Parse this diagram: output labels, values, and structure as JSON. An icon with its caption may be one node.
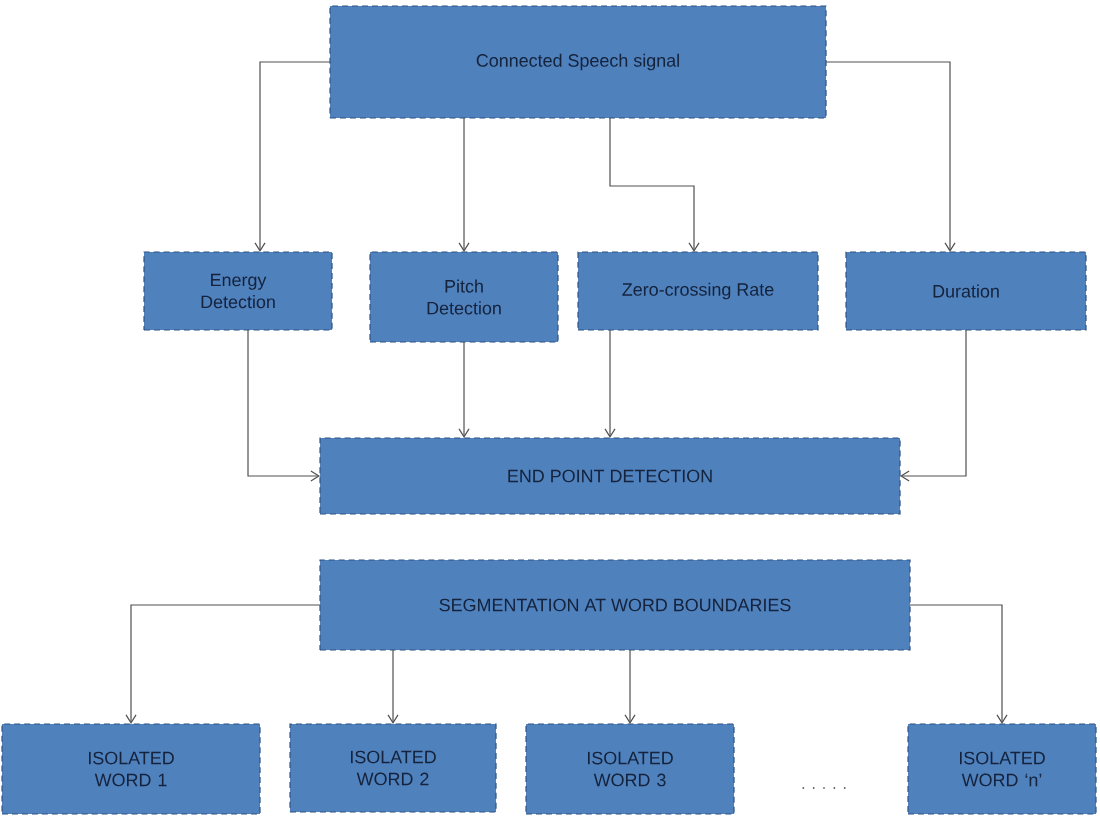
{
  "diagram": {
    "nodes": [
      {
        "text": [
          "Connected Speech signal"
        ]
      },
      {
        "text": [
          "Energy Detection"
        ]
      },
      {
        "text": [
          "Pitch Detection"
        ]
      },
      {
        "text": [
          "Zero-crossing Rate"
        ]
      },
      {
        "text": [
          "Duration"
        ]
      },
      {
        "text": [
          "END POINT DETECTION"
        ]
      },
      {
        "text": [
          "SEGMENTATION AT WORD BOUNDARIES"
        ]
      },
      {
        "text": [
          "ISOLATED WORD 1"
        ]
      },
      {
        "text": [
          "ISOLATED WORD 2"
        ]
      },
      {
        "text": [
          "ISOLATED WORD 3"
        ]
      },
      {
        "text": [
          "ISOLATED WORD ‘n’"
        ]
      }
    ],
    "edges": [
      {
        "from": 0,
        "to": 1,
        "arrow": "to"
      },
      {
        "from": 0,
        "to": 2,
        "arrow": "to"
      },
      {
        "from": 0,
        "to": 3,
        "arrow": "to"
      },
      {
        "from": 0,
        "to": 4,
        "arrow": "to"
      },
      {
        "from": 1,
        "to": 5,
        "arrow": "to"
      },
      {
        "from": 2,
        "to": 5,
        "arrow": "to"
      },
      {
        "from": 3,
        "to": 5,
        "arrow": "to"
      },
      {
        "from": 4,
        "to": 5,
        "arrow": "to"
      },
      {
        "from": 6,
        "to": 7,
        "arrow": "to"
      },
      {
        "from": 6,
        "to": 8,
        "arrow": "to"
      },
      {
        "from": 6,
        "to": 9,
        "arrow": "to"
      },
      {
        "from": 6,
        "to": 10,
        "arrow": "to"
      }
    ],
    "labels": [
      ". . . . ."
    ]
  }
}
